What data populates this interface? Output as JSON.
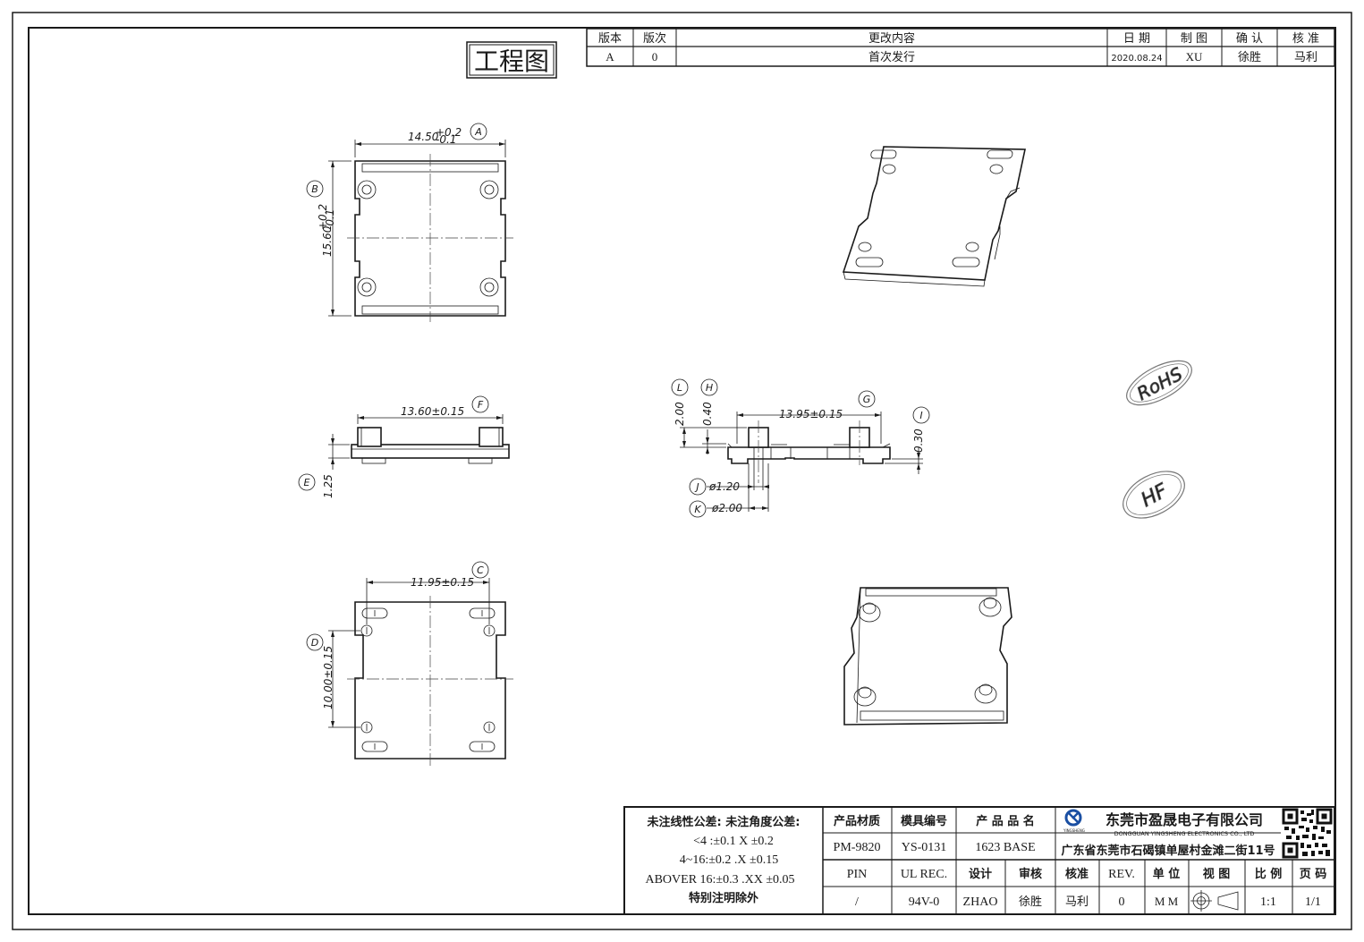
{
  "drawing_title": "工程图",
  "revision_table": {
    "headers": [
      "版本",
      "版次",
      "更改内容",
      "日 期",
      "制 图",
      "确 认",
      "核 准"
    ],
    "row": [
      "A",
      "0",
      "首次发行",
      "2020.08.24",
      "XU",
      "徐胜",
      "马利"
    ]
  },
  "dimensions": {
    "A": {
      "balloon": "A",
      "text": "14.50",
      "tol_plus": "+0.2",
      "tol_minus": "-0.1"
    },
    "B": {
      "balloon": "B",
      "text": "15.60",
      "tol_plus": "+0.2",
      "tol_minus": "-0.1"
    },
    "F": {
      "balloon": "F",
      "text": "13.60±0.15"
    },
    "E": {
      "balloon": "E",
      "text": "1.25"
    },
    "C": {
      "balloon": "C",
      "text": "11.95±0.15"
    },
    "D": {
      "balloon": "D",
      "text": "10.00±0.15"
    },
    "G": {
      "balloon": "G",
      "text": "13.95±0.15"
    },
    "L": {
      "balloon": "L",
      "text": "2.00"
    },
    "H": {
      "balloon": "H",
      "text": "0.40"
    },
    "I": {
      "balloon": "I",
      "text": "0.30"
    },
    "J": {
      "balloon": "J",
      "text": "ø1.20"
    },
    "K": {
      "balloon": "K",
      "text": "ø2.00"
    }
  },
  "marks": {
    "rohs": "RoHS",
    "hf": "HF"
  },
  "tolerance_block": {
    "line1": "未注线性公差:  未注角度公差:",
    "line2": "<4 :±0.1  X ±0.2",
    "line3": "4~16:±0.2  .X ±0.15",
    "line4": "ABOVER 16:±0.3  .XX ±0.05",
    "line5": "特别注明除外"
  },
  "title_block": {
    "material_label": "产品材质",
    "material_value": "PM-9820",
    "mold_label": "模具编号",
    "mold_value": "YS-0131",
    "product_label": "产 品 品 名",
    "product_value": "1623 BASE",
    "pin_label": "PIN",
    "pin_value": "/",
    "ul_label": "UL REC.",
    "ul_value": "94V-0",
    "design_label": "设计",
    "design_value": "ZHAO",
    "review_label": "审核",
    "review_value": "徐胜",
    "approve_label": "核准",
    "approve_value": "马利",
    "rev_label": "REV.",
    "rev_value": "0",
    "unit_label": "单 位",
    "unit_value": "M M",
    "view_label": "视 图",
    "scale_label": "比 例",
    "scale_value": "1:1",
    "page_label": "页 码",
    "page_value": "1/1",
    "company_name": "东莞市盈晟电子有限公司",
    "company_english": "DONGGUAN YINGSHENG ELECTRONICS CO., LTD",
    "company_address": "广东省东莞市石碣镇单屋村金滩二街11号",
    "logo_text": "YINGSHENG"
  }
}
